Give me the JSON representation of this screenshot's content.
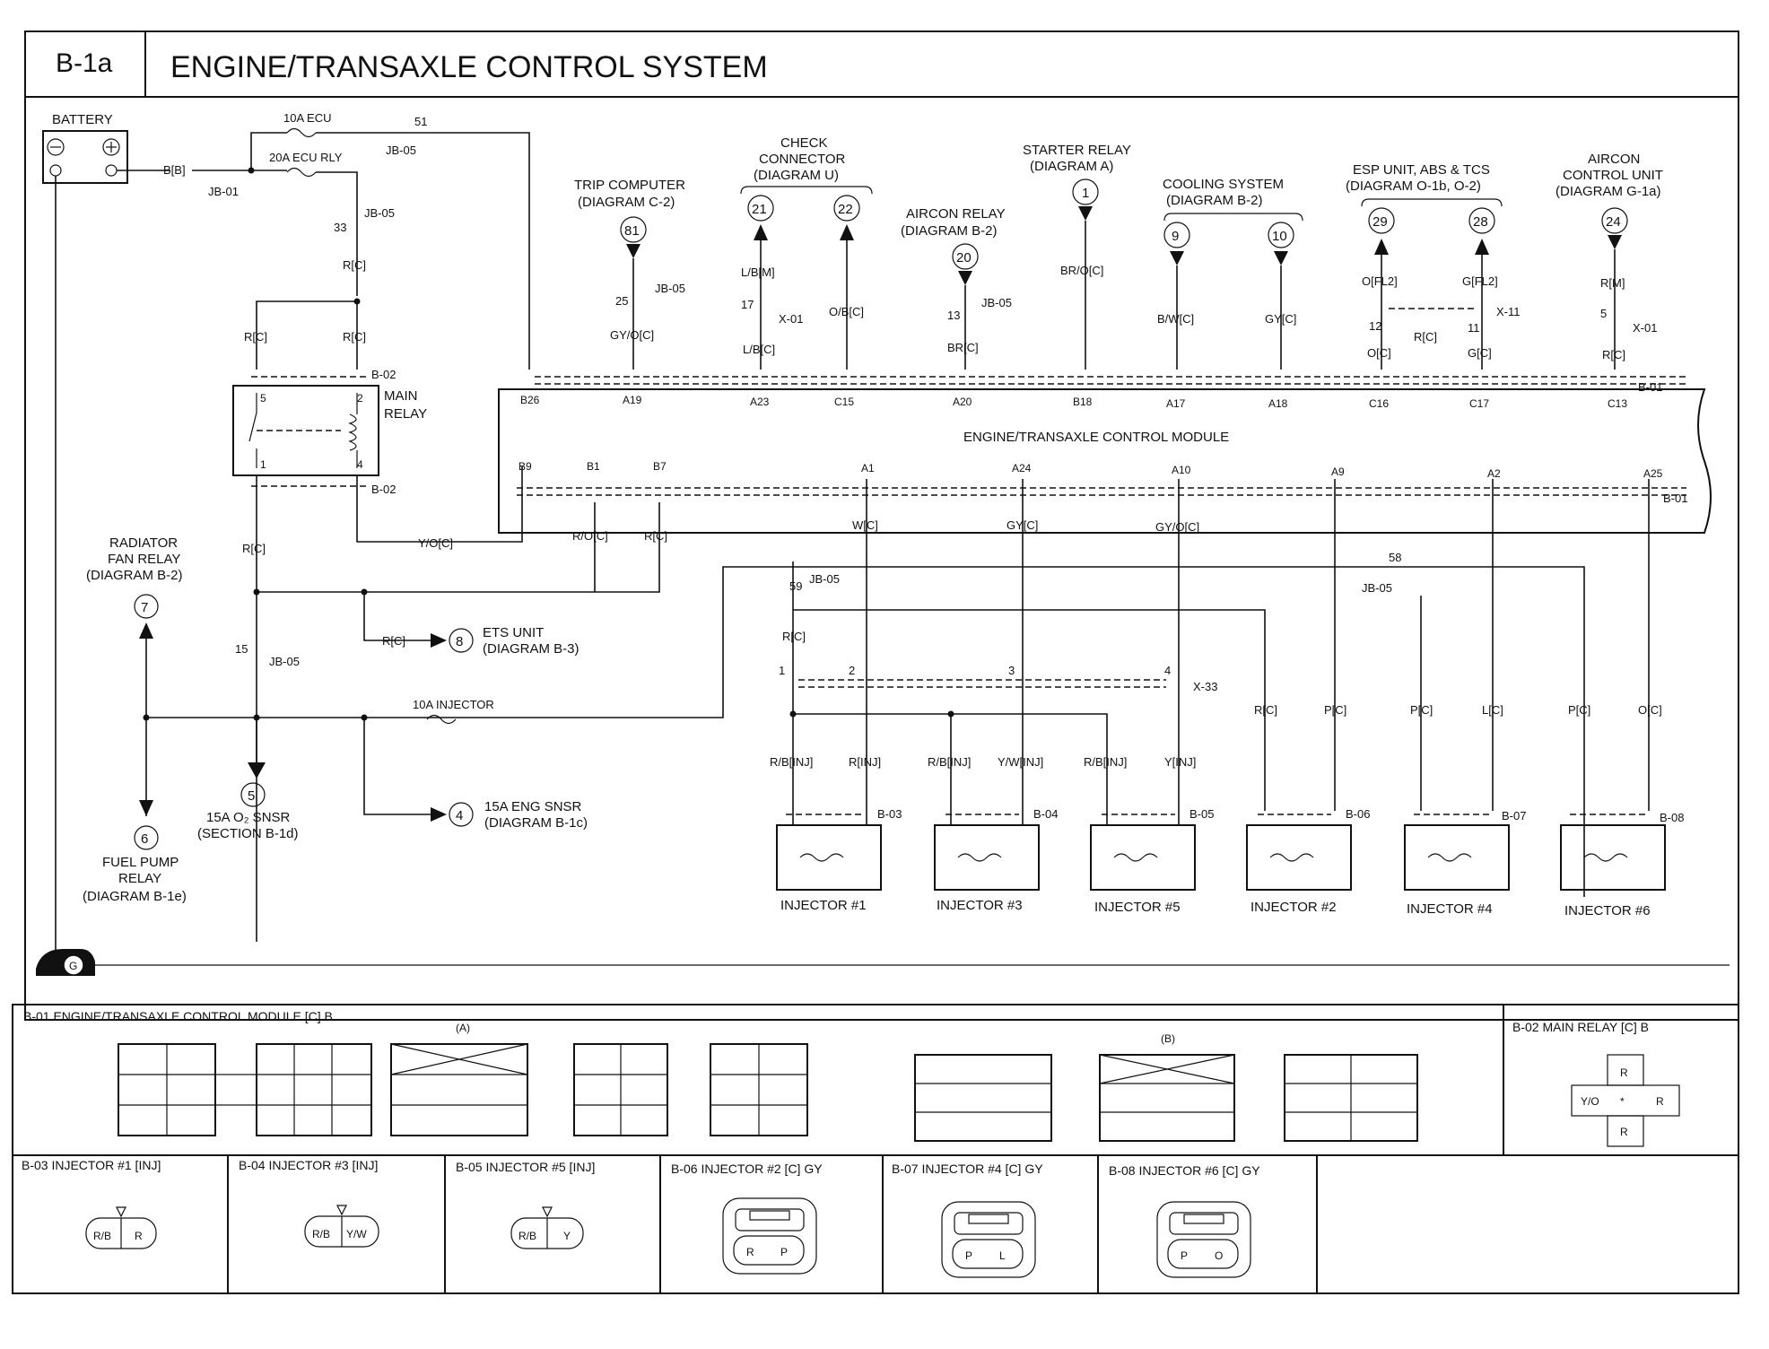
{
  "header": {
    "code": "B-1a",
    "title": "ENGINE/TRANSAXLE CONTROL SYSTEM"
  },
  "components": {
    "battery": "BATTERY",
    "main_relay": [
      "MAIN",
      "RELAY"
    ],
    "module": "ENGINE/TRANSAXLE CONTROL MODULE",
    "fuse_10a_ecu": "10A ECU",
    "fuse_20a_ecu_rly": "20A ECU RLY",
    "fuse_10a_injector": "10A INJECTOR",
    "ground_symbol": "G"
  },
  "references": {
    "trip_computer": [
      "TRIP COMPUTER",
      "(DIAGRAM C-2)"
    ],
    "check_connector": [
      "CHECK",
      "CONNECTOR",
      "(DIAGRAM U)"
    ],
    "aircon_relay": [
      "AIRCON RELAY",
      "(DIAGRAM B-2)"
    ],
    "starter_relay": [
      "STARTER RELAY",
      "(DIAGRAM A)"
    ],
    "cooling_system": [
      "COOLING SYSTEM",
      "(DIAGRAM B-2)"
    ],
    "esp_unit": [
      "ESP UNIT, ABS & TCS",
      "(DIAGRAM O-1b, O-2)"
    ],
    "aircon_cu": [
      "AIRCON",
      "CONTROL UNIT",
      "(DIAGRAM G-1a)"
    ],
    "radiator_fan": [
      "RADIATOR",
      "FAN RELAY",
      "(DIAGRAM B-2)"
    ],
    "ets_unit": [
      "ETS UNIT",
      "(DIAGRAM B-3)"
    ],
    "o2_snsr": [
      "15A O₂ SNSR",
      "(SECTION B-1d)"
    ],
    "eng_snsr": [
      "15A ENG SNSR",
      "(DIAGRAM B-1c)"
    ],
    "fuel_pump": [
      "FUEL PUMP",
      "RELAY",
      "(DIAGRAM B-1e)"
    ]
  },
  "circles": {
    "c81": "81",
    "c21": "21",
    "c22": "22",
    "c20": "20",
    "c1": "1",
    "c9": "9",
    "c10": "10",
    "c29": "29",
    "c28": "28",
    "c24": "24",
    "c7": "7",
    "c8": "8",
    "c5": "5",
    "c4": "4",
    "c6": "6"
  },
  "connectors": {
    "jb01": "JB-01",
    "jb05": "JB-05",
    "b02": "B-02",
    "b01": "B-01",
    "x01": "X-01",
    "x11": "X-11",
    "x33": "X-33",
    "b03": "B-03",
    "b04": "B-04",
    "b05": "B-05",
    "b06": "B-06",
    "b07": "B-07",
    "b08": "B-08"
  },
  "pins_top": [
    "B26",
    "A19",
    "A23",
    "C15",
    "A20",
    "B18",
    "A17",
    "A18",
    "C16",
    "C17",
    "C13"
  ],
  "pins_bottom": [
    "B9",
    "B1",
    "B7",
    "A1",
    "A24",
    "A10",
    "A9",
    "A2",
    "A25"
  ],
  "wires": {
    "bb": "B[B]",
    "rc": "R[C]",
    "lc": "L[C]",
    "gyoc": "GY/O[C]",
    "lbm": "L/B[M]",
    "lbc": "L/B[C]",
    "obc": "O/B[C]",
    "brc": "BR[C]",
    "broc": "BR/O[C]",
    "bwc": "B/W[C]",
    "gyc": "GY[C]",
    "ofl2": "O[FL2]",
    "gfl2": "G[FL2]",
    "oc": "O[C]",
    "gc": "G[C]",
    "rm": "R[M]",
    "yoc": "Y/O[C]",
    "roc": "R/O[C]",
    "wc": "W[C]",
    "pc": "P[C]",
    "lcc": "L[C]",
    "rbinj": "R/B[INJ]",
    "rinj": "R[INJ]",
    "ywinj": "Y/W[INJ]",
    "yinj": "Y[INJ]"
  },
  "pin_numbers": {
    "n51": "51",
    "n33": "33",
    "n25": "25",
    "n17": "17",
    "n13": "13",
    "n12": "12",
    "n11": "11",
    "n5": "5",
    "n15": "15",
    "n59": "59",
    "n58": "58",
    "n1": "1",
    "n2": "2",
    "n3": "3",
    "n4": "4",
    "rly5": "5",
    "rly2": "2",
    "rly1": "1",
    "rly4": "4"
  },
  "injectors": [
    "INJECTOR #1",
    "INJECTOR #3",
    "INJECTOR #5",
    "INJECTOR #2",
    "INJECTOR #4",
    "INJECTOR #6"
  ],
  "bottom": {
    "b01_title": "B-01 ENGINE/TRANSAXLE CONTROL MODULE [C] B",
    "b02_title": "B-02 MAIN RELAY [C] B",
    "group_a": "(A)",
    "group_b": "(B)",
    "b03_title": "B-03 INJECTOR #1 [INJ]",
    "b04_title": "B-04 INJECTOR #3 [INJ]",
    "b05_title": "B-05 INJECTOR #5 [INJ]",
    "b06_title": "B-06 INJECTOR #2 [C] GY",
    "b07_title": "B-07 INJECTOR #4 [C] GY",
    "b08_title": "B-08 INJECTOR #6 [C] GY",
    "c1": [
      [
        "R/B",
        "R"
      ],
      [
        "R/B",
        "Y/W"
      ],
      [
        "R/B",
        "Y"
      ],
      [
        "R",
        "P"
      ],
      [
        "P",
        "L"
      ],
      [
        "P",
        "O"
      ]
    ],
    "relay_cells": [
      "R",
      "Y/O",
      "*",
      "R",
      "R"
    ]
  }
}
